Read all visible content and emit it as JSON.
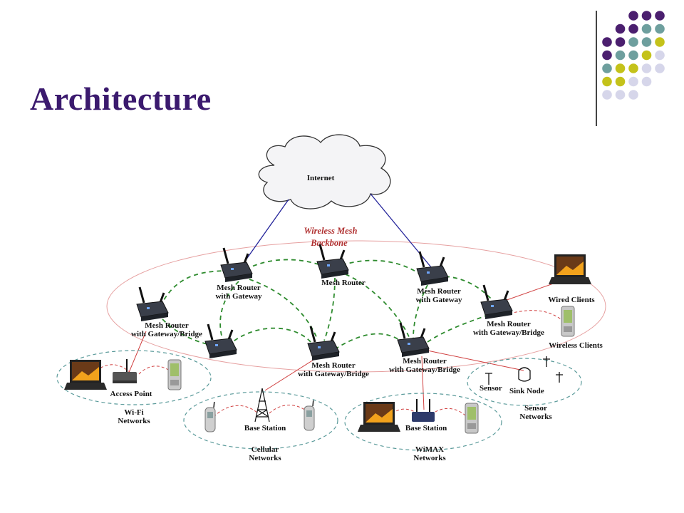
{
  "slide": {
    "title": "Architecture",
    "accent_colors": {
      "purple": "#4b1f6f",
      "teal": "#6e9f9e",
      "olive": "#c4c21a",
      "lavender": "#d6d6ea"
    }
  },
  "diagram": {
    "internet": "Internet",
    "backbone_line1": "Wireless Mesh",
    "backbone_line2": "Backbone",
    "routers": {
      "gateway_left_l1": "Mesh Router",
      "gateway_left_l2": "with Gateway",
      "center_l1": "Mesh Router",
      "gateway_right_l1": "Mesh Router",
      "gateway_right_l2": "with Gateway",
      "bridge_left_l1": "Mesh Router",
      "bridge_left_l2": "with Gateway/Bridge",
      "bridge_right_l1": "Mesh Router",
      "bridge_right_l2": "with Gateway/Bridge",
      "bridge_mid_l1": "Mesh Router",
      "bridge_mid_l2": "with Gateway/Bridge",
      "bridge_midright_l1": "Mesh Router",
      "bridge_midright_l2": "with Gateway/Bridge"
    },
    "clients": {
      "wired": "Wired Clients",
      "wireless": "Wireless Clients"
    },
    "networks": {
      "wifi": {
        "device": "Access Point",
        "l1": "Wi-Fi",
        "l2": "Networks"
      },
      "cellular": {
        "device": "Base Station",
        "l1": "Cellular",
        "l2": "Networks"
      },
      "wimax": {
        "device": "Base Station",
        "l1": "WiMAX",
        "l2": "Networks"
      },
      "sensor": {
        "sensor": "Sensor",
        "sink": "Sink Node",
        "l1": "Sensor",
        "l2": "Networks"
      }
    }
  }
}
